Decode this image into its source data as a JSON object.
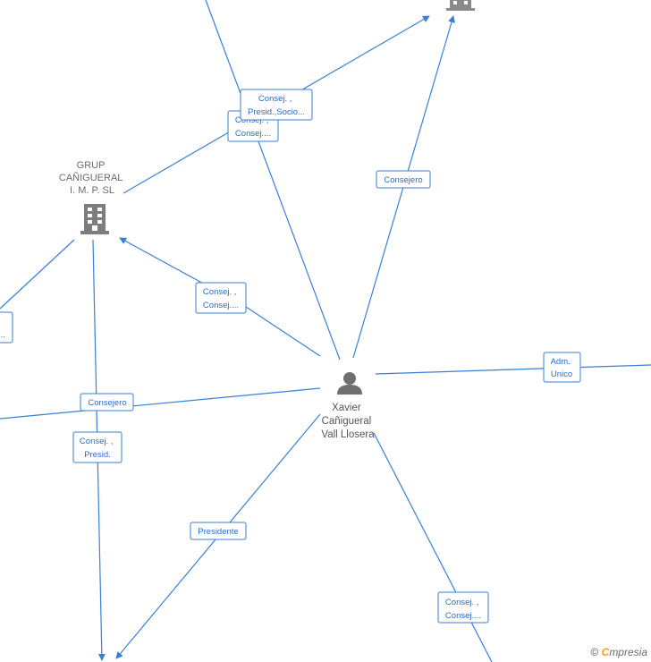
{
  "nodes": {
    "center_person": {
      "lines": [
        "Xavier",
        "Cañigueral",
        "Vall Llosera"
      ]
    },
    "grup_company": {
      "lines": [
        "GRUP",
        "CAÑIGUERAL",
        "I. M. P. SL"
      ]
    }
  },
  "edge_labels": {
    "top_a": [
      "Consej. ,",
      "Presid.,Socio..."
    ],
    "top_b": [
      "Consej. ,",
      "Consej...."
    ],
    "top_right": [
      "Consejero"
    ],
    "grup": [
      "Consej. ,",
      "Consej...."
    ],
    "left_partial": [
      "..."
    ],
    "adm": [
      "Adm.",
      "Unico"
    ],
    "consejero_left": [
      "Consejero"
    ],
    "presid_left": [
      "Consej. ,",
      "Presid."
    ],
    "presidente": [
      "Presidente"
    ],
    "bottom_right": [
      "Consej. ,",
      "Consej...."
    ]
  },
  "brand": {
    "copyright": "©",
    "e": "C",
    "rest": "mpresia"
  }
}
